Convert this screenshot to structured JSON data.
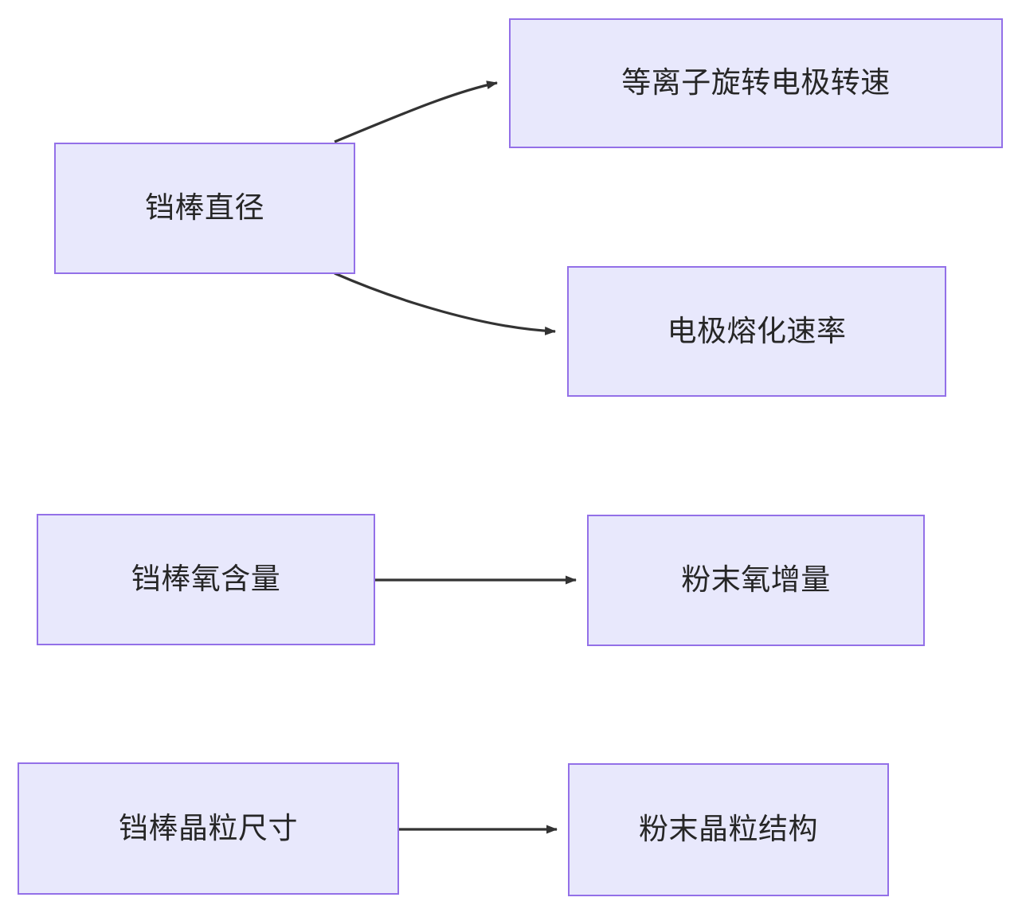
{
  "diagram": {
    "type": "flowchart",
    "direction": "left-to-right",
    "background_color": "#ffffff",
    "node_fill_color": "#e8e8fc",
    "node_border_color": "#9370e8",
    "node_text_color": "#262626",
    "edge_color": "#333333",
    "nodes": [
      {
        "id": "ti-rod-diameter",
        "label": "铛棒直径"
      },
      {
        "id": "plasma-electrode-speed",
        "label": "等离子旋转电极转速"
      },
      {
        "id": "electrode-melt-rate",
        "label": "电极熔化速率"
      },
      {
        "id": "ti-rod-oxygen",
        "label": "铛棒氧含量"
      },
      {
        "id": "powder-oxygen-gain",
        "label": "粉末氧增量"
      },
      {
        "id": "ti-rod-grain-size",
        "label": "铛棒晶粒尺寸"
      },
      {
        "id": "powder-grain-struct",
        "label": "粉末晶粒结构"
      }
    ],
    "edges": [
      {
        "id": "edge-diameter-to-speed",
        "from": "ti-rod-diameter",
        "to": "plasma-electrode-speed",
        "style": "curved",
        "label": ""
      },
      {
        "id": "edge-diameter-to-meltrate",
        "from": "ti-rod-diameter",
        "to": "electrode-melt-rate",
        "style": "curved",
        "label": ""
      },
      {
        "id": "edge-oxygen-to-oxygengain",
        "from": "ti-rod-oxygen",
        "to": "powder-oxygen-gain",
        "style": "straight",
        "label": ""
      },
      {
        "id": "edge-grain-to-grainstruct",
        "from": "ti-rod-grain-size",
        "to": "powder-grain-struct",
        "style": "straight",
        "label": ""
      }
    ]
  }
}
